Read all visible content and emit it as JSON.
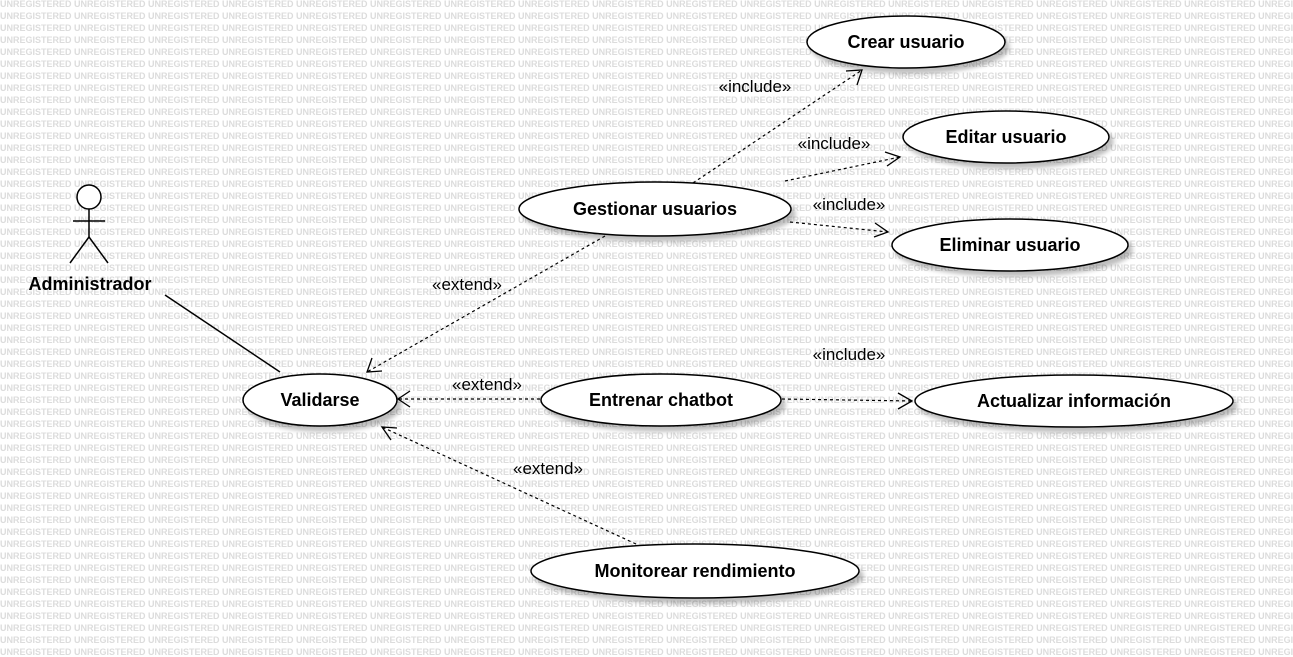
{
  "watermark": "UNREGISTERED",
  "colors": {
    "stroke": "#000000",
    "fill": "#ffffff",
    "shadow": "#c8c8c8",
    "watermark": "#dcdcdc"
  },
  "actor": {
    "name": "Administrador"
  },
  "use_cases": {
    "crear": "Crear usuario",
    "editar": "Editar usuario",
    "eliminar": "Eliminar usuario",
    "gestionar": "Gestionar usuarios",
    "validarse": "Validarse",
    "entrenar": "Entrenar chatbot",
    "actualizar": "Actualizar información",
    "monitorear": "Monitorear rendimiento"
  },
  "relations": {
    "gestionar_crear": "«include»",
    "gestionar_editar": "«include»",
    "gestionar_eliminar": "«include»",
    "entrenar_actualizar": "«include»",
    "gestionar_validarse": "«extend»",
    "entrenar_validarse": "«extend»",
    "monitorear_validarse": "«extend»"
  }
}
